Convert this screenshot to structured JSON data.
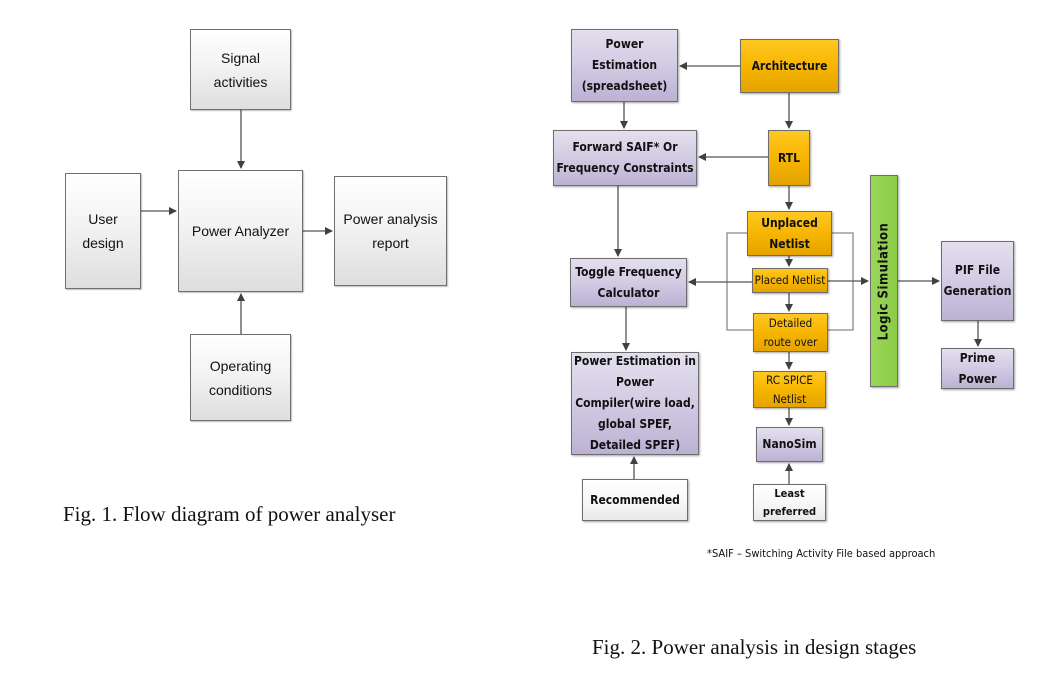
{
  "fig1": {
    "caption": "Fig. 1. Flow diagram of power analyser",
    "nodes": {
      "signal_activities": "Signal\nactivities",
      "user_design": "User\ndesign",
      "power_analyzer": "Power Analyzer",
      "power_analysis_report": "Power analysis\nreport",
      "operating_conditions": "Operating\nconditions"
    }
  },
  "fig2": {
    "caption": "Fig. 2. Power analysis in design stages",
    "footnote": "*SAIF – Switching Activity File based approach",
    "nodes": {
      "power_estimation_spreadsheet": "Power\nEstimation\n(spreadsheet)",
      "architecture": "Architecture",
      "forward_saif": "Forward SAIF* Or\nFrequency Constraints",
      "rtl": "RTL",
      "unplaced_netlist": "Unplaced\nNetlist",
      "toggle_frequency_calculator": "Toggle Frequency\nCalculator",
      "placed_netlist": "Placed Netlist",
      "detailed_route_over": "Detailed\nroute over",
      "logic_simulation": "Logic Simulation",
      "pif_file_generation": "PIF File\nGeneration",
      "prime_power": "Prime\nPower",
      "power_estimation_compiler": "Power Estimation in\nPower\nCompiler(wire load,\nglobal SPEF,\nDetailed SPEF)",
      "rc_spice_netlist": "RC SPICE\nNetlist",
      "nanosim": "NanoSim",
      "recommended": "Recommended",
      "least_preferred": "Least\npreferred"
    },
    "colors": {
      "architecture_stage": "#f7b500",
      "analysis_tool": "#d2cbe3",
      "simulation": "#92d050",
      "input": "#f6f6f6"
    }
  }
}
